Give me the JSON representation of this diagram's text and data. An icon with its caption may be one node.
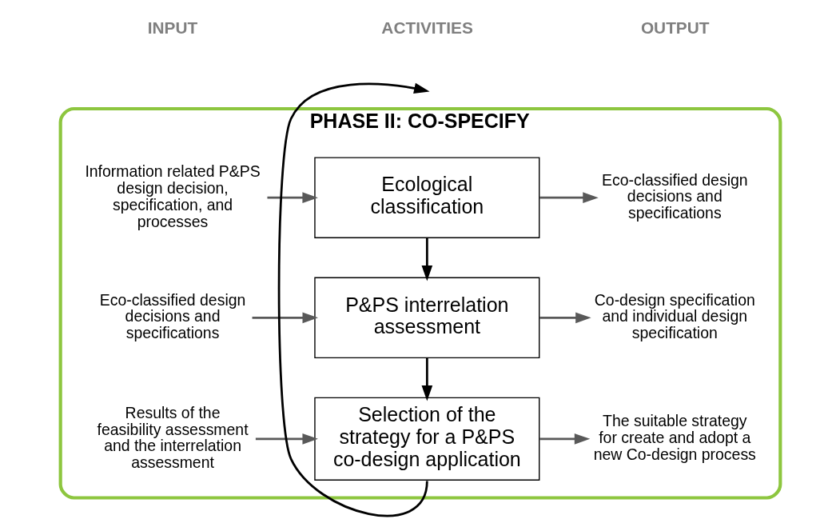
{
  "diagram": {
    "nodes": [
      {
        "text": [
          "PHASE II: CO-SPECIFY"
        ]
      },
      {
        "text": [
          "Information related P&PS design decision, specification, and processes"
        ],
        "in": 0
      },
      {
        "text": [
          "Ecological classification"
        ],
        "in": 0
      },
      {
        "text": [
          "Eco-classified design decisions and specifications"
        ],
        "in": 0
      },
      {
        "text": [
          "Eco-classified design decisions and specifications"
        ],
        "in": 0
      },
      {
        "text": [
          "P&PS interrelation assessment"
        ],
        "in": 0
      },
      {
        "text": [
          "Co-design specification and individual design specification"
        ],
        "in": 0
      },
      {
        "text": [
          "Results of the feasibility assessment and the interrelation assessment"
        ],
        "in": 0
      },
      {
        "text": [
          "Selection of the strategy for a P&PS co-design application"
        ],
        "in": 0
      },
      {
        "text": [
          "The suitable strategy for create and adopt a new Co-design process"
        ],
        "in": 0
      }
    ],
    "edges": [
      {
        "from": 1,
        "to": 2,
        "arrow": "to"
      },
      {
        "from": 2,
        "to": 3,
        "arrow": "to"
      },
      {
        "from": 2,
        "to": 5,
        "arrow": "to",
        "color": "#000000"
      },
      {
        "from": 4,
        "to": 5,
        "arrow": "to"
      },
      {
        "from": 5,
        "to": 6,
        "arrow": "to"
      },
      {
        "from": 5,
        "to": 8,
        "arrow": "to",
        "color": "#000000"
      },
      {
        "from": 7,
        "to": 8,
        "arrow": "to"
      },
      {
        "from": 8,
        "to": 9,
        "arrow": "to"
      },
      {
        "from": 8,
        "to": null,
        "arrow": "to",
        "color": "#000000"
      }
    ],
    "labels": [
      "INPUT",
      "ACTIVITIES",
      "OUTPUT"
    ]
  }
}
